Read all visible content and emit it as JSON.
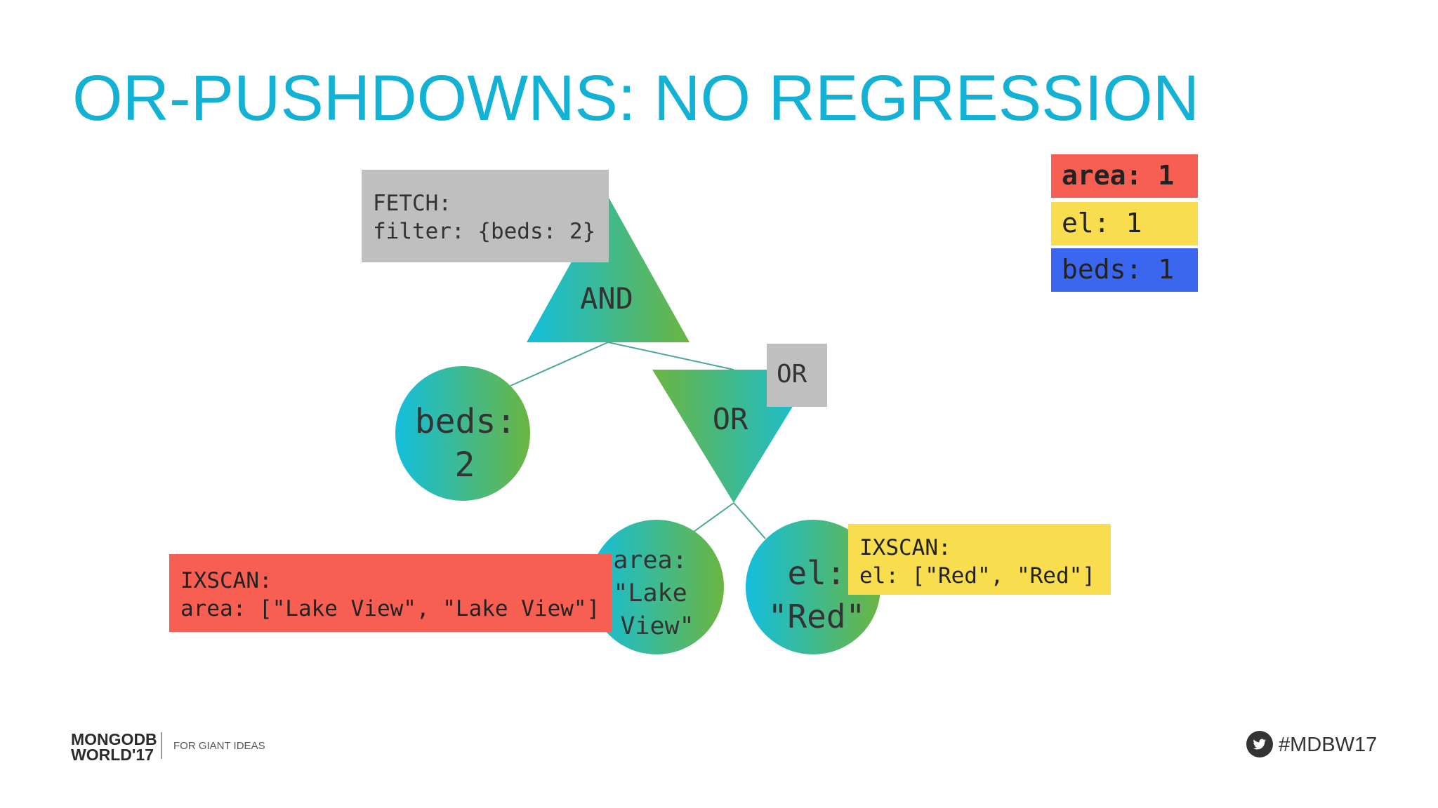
{
  "title": "OR-PUSHDOWNS: NO REGRESSION",
  "nodes": {
    "and_label": "AND",
    "or_label": "OR",
    "beds_line1": "beds:",
    "beds_line2": "2",
    "area_line1": "area:",
    "area_line2": "\"Lake",
    "area_line3": "View\"",
    "el_line1": "el:",
    "el_line2": "\"Red\""
  },
  "annotations": {
    "fetch": "FETCH:\nfilter: {beds: 2}",
    "or_tag": "OR",
    "ixscan_area": "IXSCAN:\narea: [\"Lake View\", \"Lake View\"]",
    "ixscan_el": "IXSCAN:\nel: [\"Red\", \"Red\"]"
  },
  "legend": {
    "area": "area: 1",
    "el": "el: 1",
    "beds": "beds: 1"
  },
  "colors": {
    "title": "#13b2d4",
    "gradient_start": "#13bedd",
    "gradient_end": "#6bb541",
    "red": "#f65f52",
    "yellow": "#f8de4f",
    "blue": "#3a66f0",
    "gray": "#c0bfbf"
  },
  "footer": {
    "logo_line1": "MONGODB",
    "logo_line2": "WORLD'17",
    "tagline": "FOR GIANT IDEAS",
    "hashtag": "#MDBW17"
  }
}
